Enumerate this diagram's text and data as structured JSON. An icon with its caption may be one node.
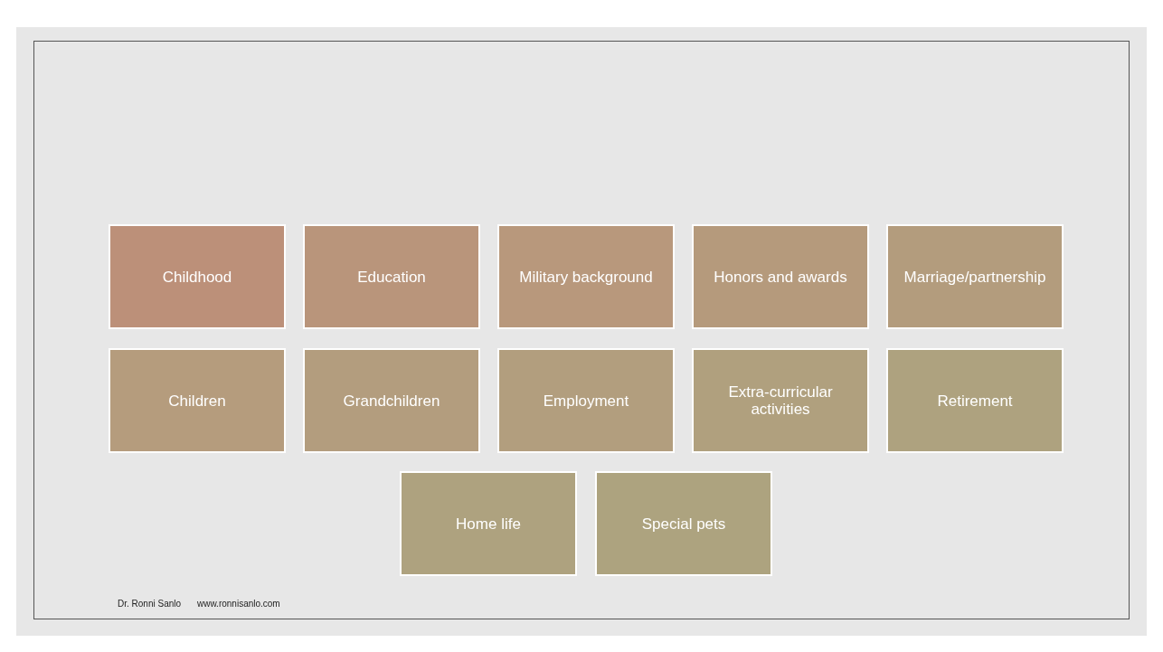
{
  "diagram": {
    "nodes": [
      {
        "text": [
          "Childhood"
        ]
      },
      {
        "text": [
          "Education"
        ]
      },
      {
        "text": [
          "Military background"
        ]
      },
      {
        "text": [
          "Honors and awards"
        ]
      },
      {
        "text": [
          "Marriage/partnership"
        ]
      },
      {
        "text": [
          "Children"
        ]
      },
      {
        "text": [
          "Grandchildren"
        ]
      },
      {
        "text": [
          "Employment"
        ]
      },
      {
        "text": [
          "Extra-curricular activities"
        ]
      },
      {
        "text": [
          "Retirement"
        ]
      },
      {
        "text": [
          "Home life"
        ]
      },
      {
        "text": [
          "Special pets"
        ]
      }
    ],
    "labels": [
      "Dr. Ronni Sanlo",
      "www.ronnisanlo.com"
    ]
  }
}
